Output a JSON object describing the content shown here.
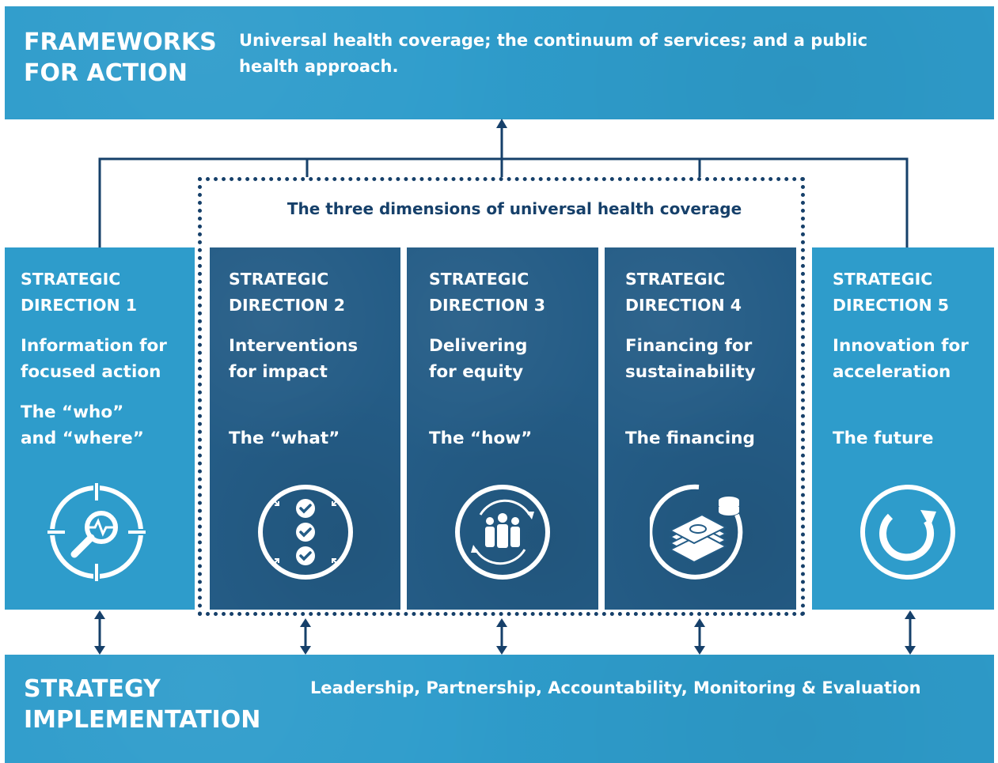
{
  "frameworks": {
    "title_line1": "FRAMEWORKS",
    "title_line2": "FOR ACTION",
    "text_line1": "Universal health coverage; the continuum of services; and a public",
    "text_line2": "health approach."
  },
  "dimensions_title": "The three dimensions of universal health coverage",
  "directions": [
    {
      "line1": "STRATEGIC",
      "line2": "DIRECTION 1",
      "sub1": "Information for",
      "sub2": "focused action",
      "tag1": "The “who”",
      "tag2": "and “where”",
      "icon": "search-target-icon"
    },
    {
      "line1": "STRATEGIC",
      "line2": "DIRECTION 2",
      "sub1": "Interventions",
      "sub2": "for impact",
      "tag1": "The “what”",
      "icon": "checklist-icon"
    },
    {
      "line1": "STRATEGIC",
      "line2": "DIRECTION 3",
      "sub1": "Delivering",
      "sub2": "for equity",
      "tag1": "The “how”",
      "icon": "people-cycle-icon"
    },
    {
      "line1": "STRATEGIC",
      "line2": "DIRECTION 4",
      "sub1": "Financing for",
      "sub2": "sustainability",
      "tag1": "The financing",
      "icon": "money-stack-icon"
    },
    {
      "line1": "STRATEGIC",
      "line2": "DIRECTION 5",
      "sub1": "Innovation for",
      "sub2": "acceleration",
      "tag1": "The future",
      "icon": "circular-arrow-icon"
    }
  ],
  "implementation": {
    "title_line1": "STRATEGY",
    "title_line2": "IMPLEMENTATION",
    "text": "Leadership, Partnership, Accountability, Monitoring & Evaluation"
  },
  "colors": {
    "light_blue": "#2e9ccb",
    "dark_blue": "#245c86",
    "navy": "#16406a"
  }
}
